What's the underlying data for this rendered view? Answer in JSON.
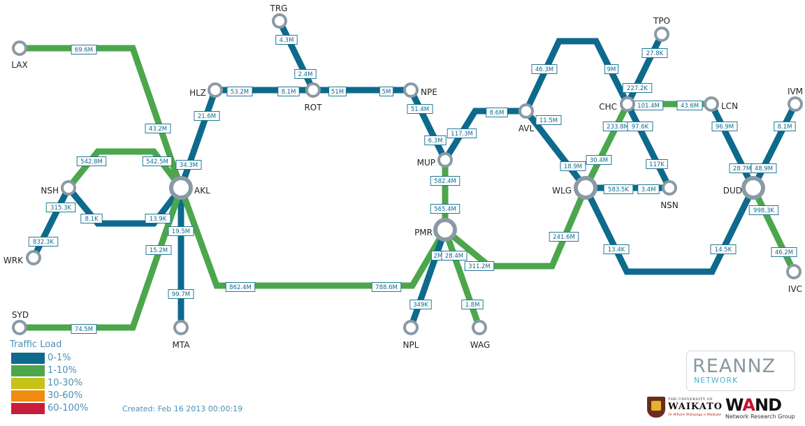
{
  "colors": {
    "blue": "#0d6a8c",
    "green": "#4ca64c",
    "yellow": "#c6c21a",
    "orange": "#f08c12",
    "red": "#c81d3a",
    "node_ring": "#8a9aa5",
    "label_text": "#0d6a8c"
  },
  "nodes": [
    {
      "id": "LAX",
      "label": "LAX",
      "size": "small"
    },
    {
      "id": "TRG",
      "label": "TRG",
      "size": "small"
    },
    {
      "id": "HLZ",
      "label": "HLZ",
      "size": "small"
    },
    {
      "id": "ROT",
      "label": "ROT",
      "size": "small"
    },
    {
      "id": "NPE",
      "label": "NPE",
      "size": "small"
    },
    {
      "id": "NSH",
      "label": "NSH",
      "size": "small"
    },
    {
      "id": "AKL",
      "label": "AKL",
      "size": "large"
    },
    {
      "id": "WRK",
      "label": "WRK",
      "size": "small"
    },
    {
      "id": "SYD",
      "label": "SYD",
      "size": "small"
    },
    {
      "id": "MTA",
      "label": "MTA",
      "size": "small"
    },
    {
      "id": "MUP",
      "label": "MUP",
      "size": "small"
    },
    {
      "id": "PMR",
      "label": "PMR",
      "size": "large"
    },
    {
      "id": "NPL",
      "label": "NPL",
      "size": "small"
    },
    {
      "id": "WAG",
      "label": "WAG",
      "size": "small"
    },
    {
      "id": "AVL",
      "label": "AVL",
      "size": "small"
    },
    {
      "id": "WLG",
      "label": "WLG",
      "size": "large"
    },
    {
      "id": "TPO",
      "label": "TPO",
      "size": "small"
    },
    {
      "id": "CHC",
      "label": "CHC",
      "size": "small"
    },
    {
      "id": "NSN",
      "label": "NSN",
      "size": "small"
    },
    {
      "id": "LCN",
      "label": "LCN",
      "size": "small"
    },
    {
      "id": "IVM",
      "label": "IVM",
      "size": "small"
    },
    {
      "id": "DUD",
      "label": "DUD",
      "size": "large"
    },
    {
      "id": "IVC",
      "label": "IVC",
      "size": "small"
    }
  ],
  "links": [
    {
      "id": "lax-akl",
      "color": "green",
      "labels": [
        "69.6M",
        "43.2M"
      ]
    },
    {
      "id": "trg-rot",
      "color": "blue",
      "labels": [
        "4.3M",
        "2.4M"
      ]
    },
    {
      "id": "hlz-rot",
      "color": "blue",
      "labels": [
        "53.2M",
        "8.1M"
      ]
    },
    {
      "id": "rot-npe",
      "color": "blue",
      "labels": [
        "51M",
        "5M"
      ]
    },
    {
      "id": "hlz-akl",
      "color": "blue",
      "labels": [
        "21.6M",
        "34.3M"
      ]
    },
    {
      "id": "nsh-akl-top",
      "color": "green",
      "labels": [
        "542.8M",
        "542.5M"
      ]
    },
    {
      "id": "nsh-akl-bottom",
      "color": "blue",
      "labels": [
        "8.1K",
        "13.9K"
      ]
    },
    {
      "id": "nsh-wrk",
      "color": "blue",
      "labels": [
        "315.3K",
        "832.3K"
      ]
    },
    {
      "id": "akl-mta",
      "color": "blue",
      "labels": [
        "19.5M",
        "99.7M"
      ]
    },
    {
      "id": "syd-akl",
      "color": "green",
      "labels": [
        "74.5M",
        "15.2M"
      ]
    },
    {
      "id": "akl-pmr",
      "color": "green",
      "labels": [
        "862.4M",
        "788.6M"
      ]
    },
    {
      "id": "npe-mup",
      "color": "blue",
      "labels": [
        "51.4M",
        "6.3M"
      ]
    },
    {
      "id": "mup-avl",
      "color": "blue",
      "labels": [
        "117.3M",
        "8.6M"
      ]
    },
    {
      "id": "mup-pmr",
      "color": "green",
      "labels": [
        "582.4M",
        "565.4M"
      ]
    },
    {
      "id": "pmr-npl",
      "color": "blue",
      "labels": [
        "2M",
        "349K"
      ]
    },
    {
      "id": "pmr-wag",
      "color": "green",
      "labels": [
        "28.4M",
        "1.8M"
      ]
    },
    {
      "id": "pmr-wlg",
      "color": "green",
      "labels": [
        "311.2M",
        "241.6M"
      ]
    },
    {
      "id": "avl-chc",
      "color": "blue",
      "labels": [
        "46.3M",
        "9M"
      ]
    },
    {
      "id": "avl-wlg",
      "color": "blue",
      "labels": [
        "11.5M",
        "18.9M"
      ]
    },
    {
      "id": "chc-tpo",
      "color": "blue",
      "labels": [
        "227.2K",
        "27.8K"
      ]
    },
    {
      "id": "chc-lcn",
      "color": "green",
      "labels": [
        "101.4M",
        "43.6M"
      ]
    },
    {
      "id": "chc-wlg",
      "color": "green",
      "labels": [
        "233.8M",
        "30.4M"
      ]
    },
    {
      "id": "chc-nsn",
      "color": "blue",
      "labels": [
        "97.6K",
        "117K"
      ]
    },
    {
      "id": "wlg-nsn",
      "color": "blue",
      "labels": [
        "583.5K",
        "3.4M"
      ]
    },
    {
      "id": "wlg-dud",
      "color": "blue",
      "labels": [
        "13.4K",
        "14.5K"
      ]
    },
    {
      "id": "lcn-dud",
      "color": "blue",
      "labels": [
        "96.9M",
        "28.7M"
      ]
    },
    {
      "id": "ivm-dud",
      "color": "blue",
      "labels": [
        "8.1M",
        "48.9M"
      ]
    },
    {
      "id": "dud-ivc",
      "color": "green",
      "labels": [
        "998.3K",
        "46.2M"
      ]
    }
  ],
  "legend": {
    "title": "Traffic Load",
    "items": [
      {
        "label": "0-1%",
        "color": "#0d6a8c"
      },
      {
        "label": "1-10%",
        "color": "#4ca64c"
      },
      {
        "label": "10-30%",
        "color": "#c6c21a"
      },
      {
        "label": "30-60%",
        "color": "#f08c12"
      },
      {
        "label": "60-100%",
        "color": "#c81d3a"
      }
    ]
  },
  "created": "Created: Feb 16 2013 00:00:19",
  "logos": {
    "reannz": {
      "name": "REANNZ",
      "sub": "NETWORK"
    },
    "waikato": {
      "top": "THE UNIVERSITY OF",
      "name": "WAIKATO",
      "motto": "Te Whare Wānanga o Waikato"
    },
    "wand": {
      "name": "WAND",
      "sub": "Network Research Group"
    }
  }
}
